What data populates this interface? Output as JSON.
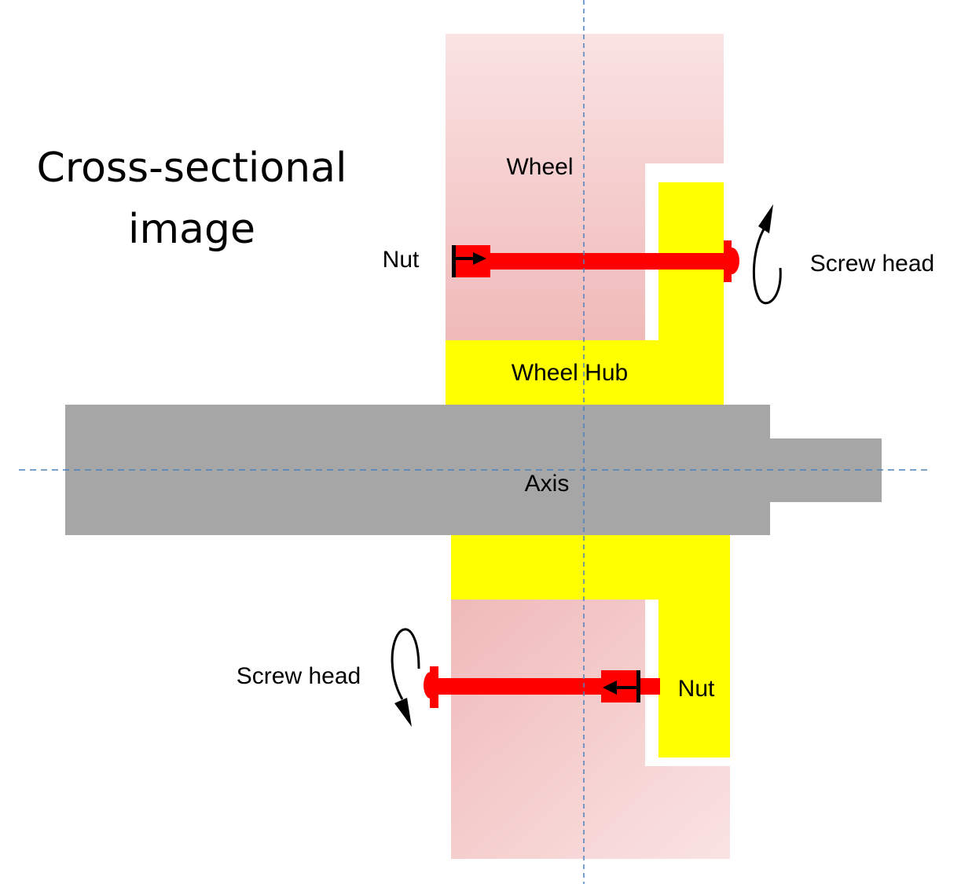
{
  "diagram": {
    "title_line1": "Cross-sectional",
    "title_line2": "image",
    "labels": {
      "wheel": "Wheel",
      "wheel_hub": "Wheel Hub",
      "axis": "Axis",
      "nut_top": "Nut",
      "nut_bottom": "Nut",
      "screw_head_top": "Screw head",
      "screw_head_bottom": "Screw head"
    },
    "colors": {
      "wheel_light": "#fae3e3",
      "wheel_dark": "#f0b9b9",
      "hub": "#ffff00",
      "axis": "#a6a6a6",
      "screw": "#ff0000",
      "guide_line": "#4f81bd",
      "arrow": "#000000"
    },
    "components": [
      {
        "id": "wheel",
        "label": "Wheel"
      },
      {
        "id": "wheel-hub",
        "label": "Wheel Hub"
      },
      {
        "id": "axis",
        "label": "Axis"
      },
      {
        "id": "screw-top",
        "label": "Screw head",
        "rotation": "counter-clockwise (upward arrow)"
      },
      {
        "id": "screw-bottom",
        "label": "Screw head",
        "rotation": "clockwise (downward arrow)"
      },
      {
        "id": "nut-top",
        "label": "Nut",
        "direction": "right"
      },
      {
        "id": "nut-bottom",
        "label": "Nut",
        "direction": "left"
      }
    ]
  }
}
